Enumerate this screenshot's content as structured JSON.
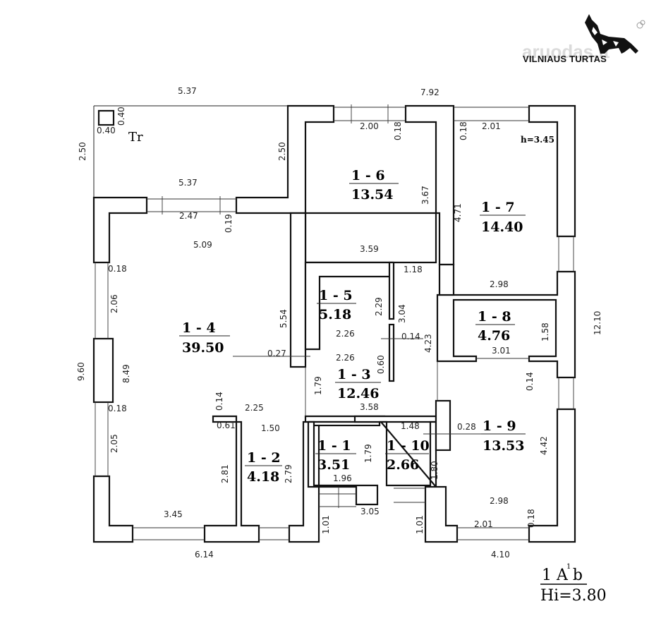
{
  "watermark": "aruodas.lt",
  "brand": "VILNIAUS TURTAS",
  "rooms": [
    {
      "id": "1 - 1",
      "area": "3.51"
    },
    {
      "id": "1 - 2",
      "area": "4.18"
    },
    {
      "id": "1 - 3",
      "area": "12.46"
    },
    {
      "id": "1 - 4",
      "area": "39.50"
    },
    {
      "id": "1 - 5",
      "area": "5.18"
    },
    {
      "id": "1 - 6",
      "area": "13.54"
    },
    {
      "id": "1 - 7",
      "area": "14.40"
    },
    {
      "id": "1 - 8",
      "area": "4.76"
    },
    {
      "id": "1 - 9",
      "area": "13.53"
    },
    {
      "id": "1 - 10",
      "area": "2.66"
    }
  ],
  "terrace_label": "Tr",
  "room_height": "h=3.45",
  "stamp": {
    "line1": "1 A b",
    "superscript": "1",
    "line2": "Hi=3.80"
  },
  "dims": {
    "d537_top": "5.37",
    "d792": "7.92",
    "d040a": "0.40",
    "d040b": "0.40",
    "d250_left": "2.50",
    "d250_mid": "2.50",
    "d200": "2.00",
    "d018_a": "0.18",
    "d018_b": "0.18",
    "d201_top": "2.01",
    "d537_mid": "5.37",
    "d247": "2.47",
    "d019": "0.19",
    "d367": "3.67",
    "d471": "4.71",
    "d509": "5.09",
    "d359": "3.59",
    "d118": "1.18",
    "d298_top": "2.98",
    "d018_c": "0.18",
    "d206": "2.06",
    "d554": "5.54",
    "d229": "2.29",
    "d304": "3.04",
    "d014_a": "0.14",
    "d423": "4.23",
    "d226_a": "2.26",
    "d158": "1.58",
    "d1210": "12.10",
    "d301": "3.01",
    "d960": "9.60",
    "d849": "8.49",
    "d027": "0.27",
    "d226_b": "2.26",
    "d060": "0.60",
    "d014_b": "0.14",
    "d179_a": "1.79",
    "d018_d": "0.18",
    "d014_c": "0.14",
    "d225": "2.25",
    "d358": "3.58",
    "d061": "0.61",
    "d150": "1.50",
    "d148": "1.48",
    "d028": "0.28",
    "d205": "2.05",
    "d179_b": "1.79",
    "d442": "4.42",
    "d281": "2.81",
    "d279": "2.79",
    "d180": "1.80",
    "d196": "1.96",
    "d345": "3.45",
    "d305": "3.05",
    "d101_a": "1.01",
    "d101_b": "1.01",
    "d298_bot": "2.98",
    "d018_e": "0.18",
    "d201_bot": "2.01",
    "d614": "6.14",
    "d410": "4.10"
  }
}
